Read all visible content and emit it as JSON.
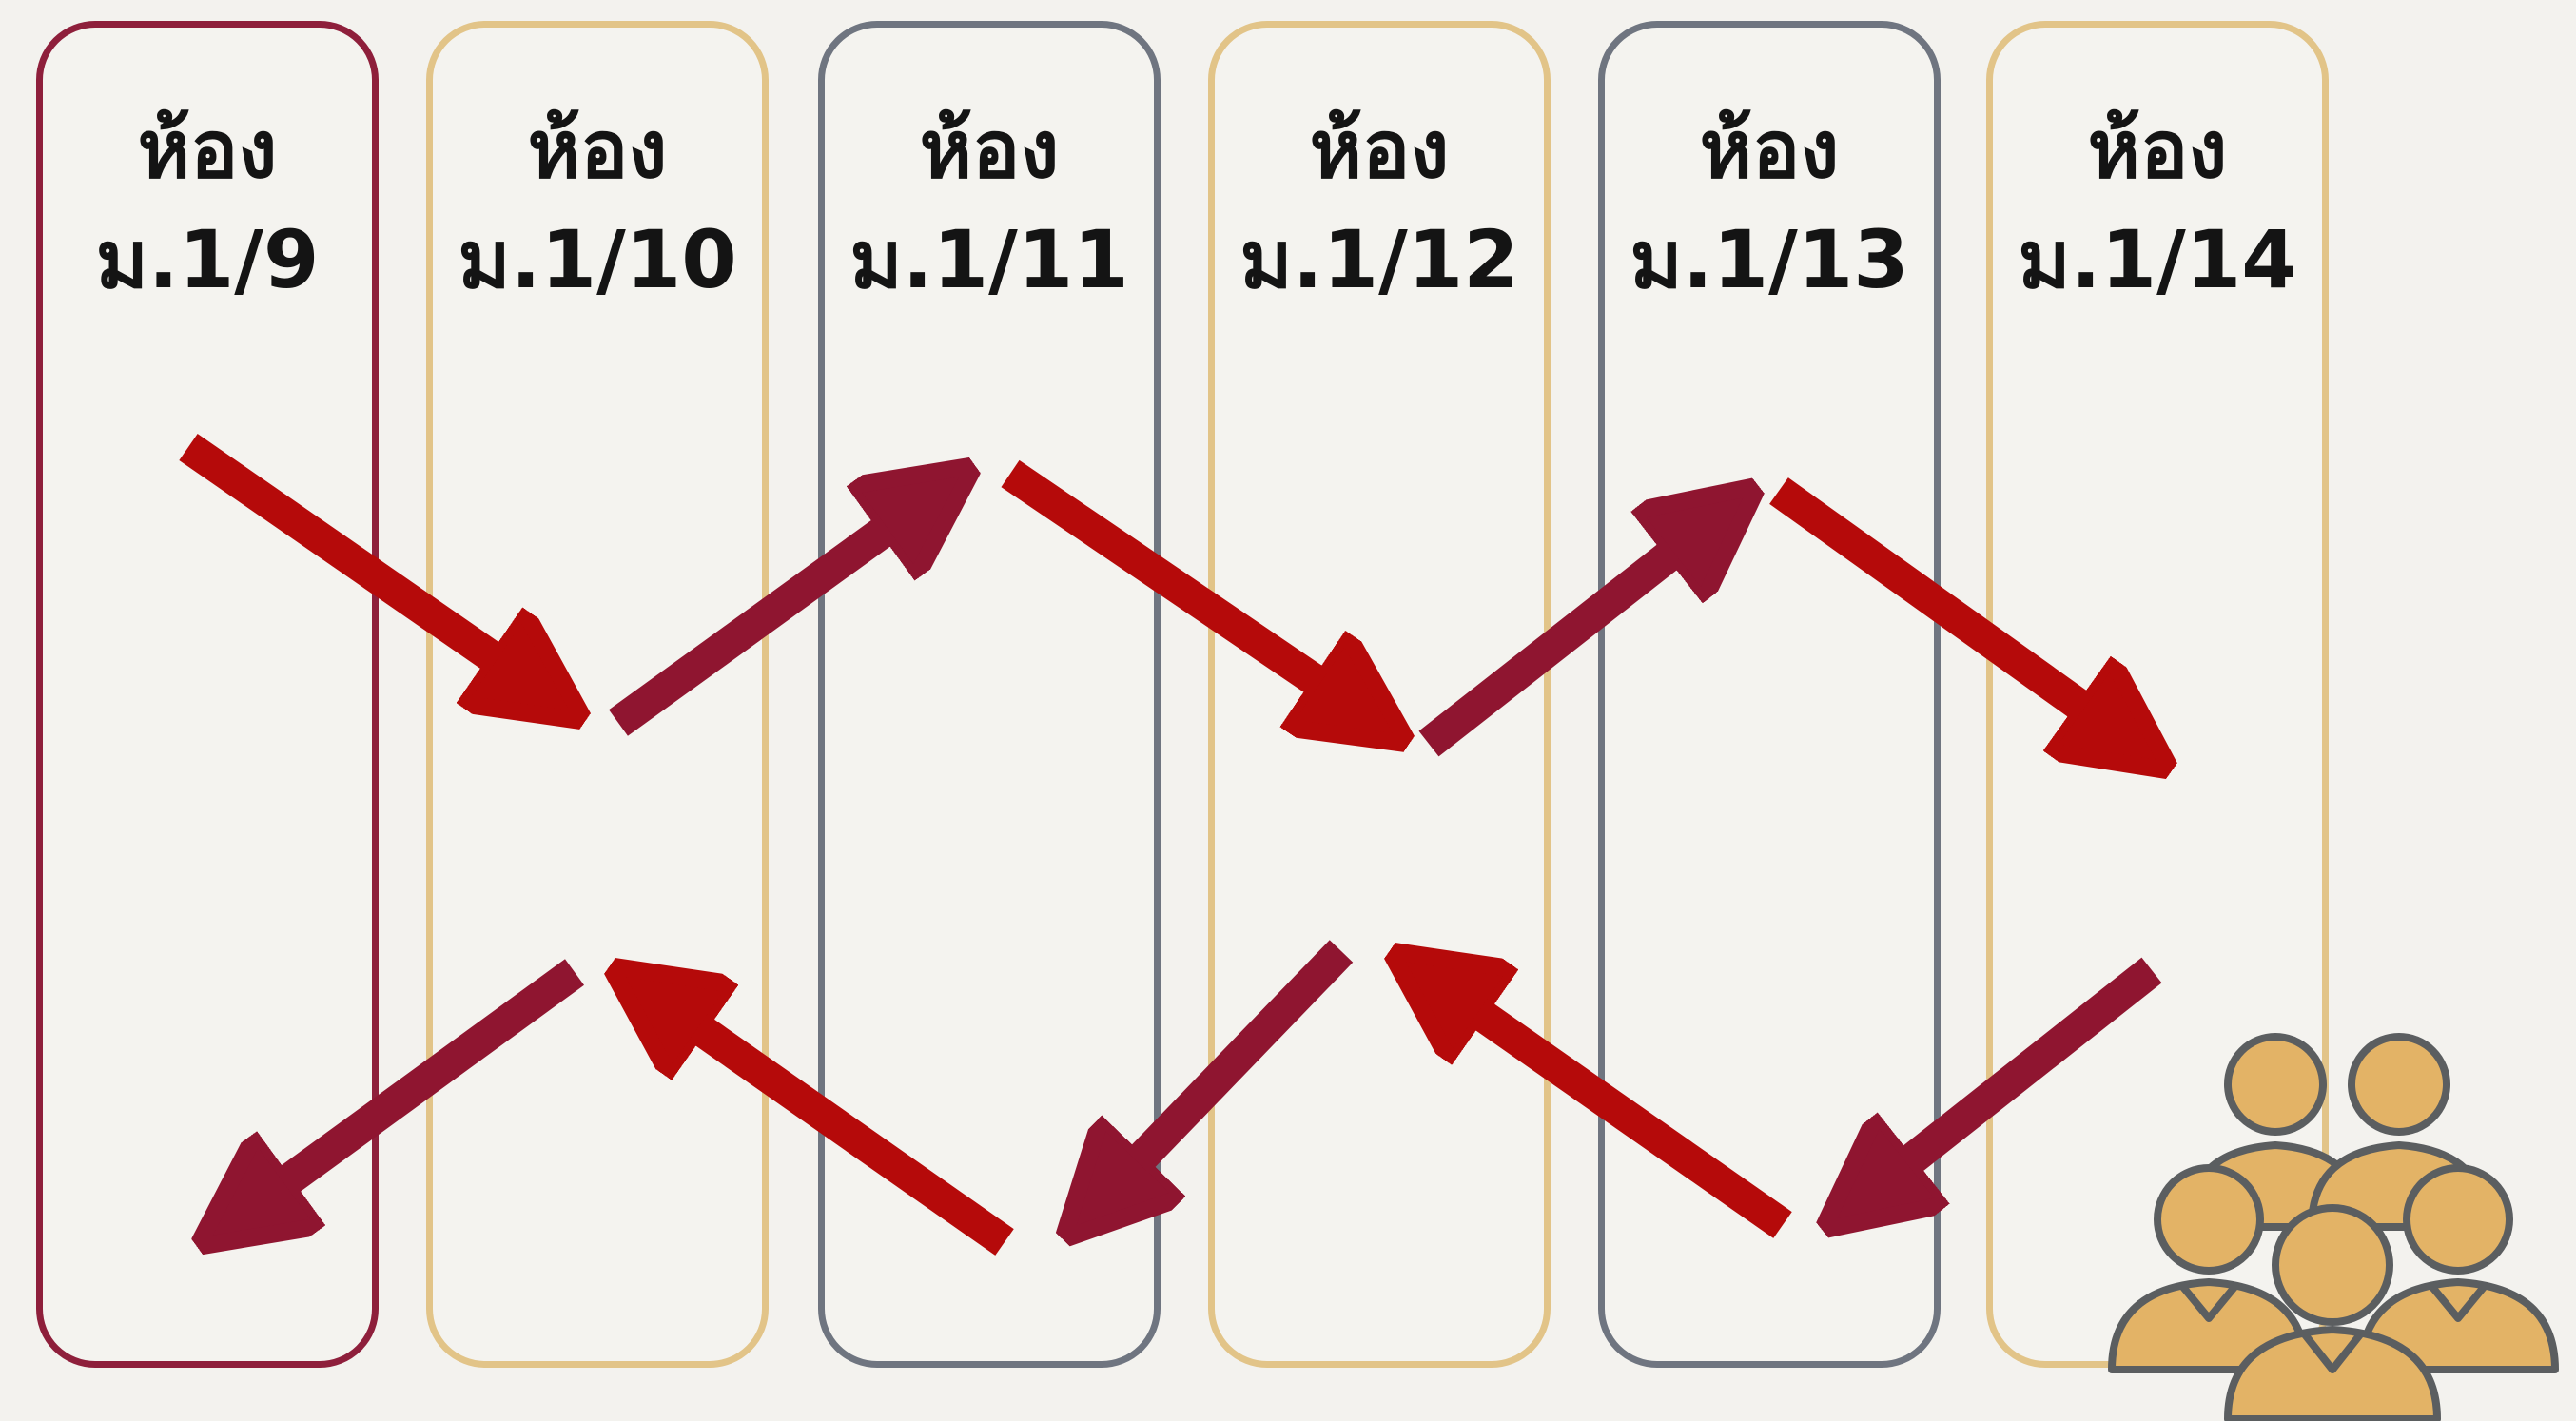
{
  "rooms": [
    {
      "line1": "ห้อง",
      "line2": "ม.1/9",
      "border": "#8e1f3b"
    },
    {
      "line1": "ห้อง",
      "line2": "ม.1/10",
      "border": "#e2c488"
    },
    {
      "line1": "ห้อง",
      "line2": "ม.1/11",
      "border": "#6f7580"
    },
    {
      "line1": "ห้อง",
      "line2": "ม.1/12",
      "border": "#e2c488"
    },
    {
      "line1": "ห้อง",
      "line2": "ม.1/13",
      "border": "#6f7580"
    },
    {
      "line1": "ห้อง",
      "line2": "ม.1/14",
      "border": "#e2c488"
    }
  ],
  "colors": {
    "arrow_red": "#b50a0a",
    "arrow_maroon": "#8f1530",
    "people_fill": "#e3b366",
    "people_stroke": "#5b5e60"
  },
  "icon": "group-of-people-icon"
}
